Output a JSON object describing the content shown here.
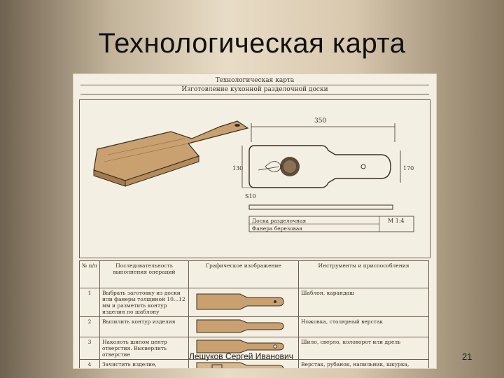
{
  "slide": {
    "title": "Технологическая карта",
    "author": "Лешуков Сергей Иванович",
    "page_number": "21"
  },
  "card": {
    "header": "Технологическая карта",
    "subtitle": "Изготовление кухонной разделочной доски",
    "dimensions": {
      "length": "350",
      "height": "130",
      "width": "170",
      "handle": "S10"
    },
    "material_line1": "Доска разделочная",
    "material_line2": "Фанера березовая",
    "scale": "М 1:4",
    "columns": [
      "№ п/п",
      "Последовательность выполнения операций",
      "Графическое изображение",
      "Инструменты и приспособления"
    ],
    "rows": [
      {
        "num": "1",
        "desc": "Выбрать заготовку из доски или фанеры толщиной 10...12 мм и разметить контур изделия по шаблону",
        "tools": "Шаблон, карандаш"
      },
      {
        "num": "2",
        "desc": "Выпилить контур изделия",
        "tools": "Ножовка, столярный верстак"
      },
      {
        "num": "3",
        "desc": "Наколоть шилом центр отверстия. Высверлить отверстие",
        "tools": "Шило, сверло, коловорот или дрель"
      },
      {
        "num": "4",
        "desc": "Зачистить изделие, скруглить острые кромки и углы",
        "tools": "Верстак, рубанок, напильник, шкурка, колодка, тиски"
      }
    ]
  },
  "colors": {
    "wood": "#c9a070",
    "ink": "#3a2f22",
    "paper": "#f4efe3"
  }
}
